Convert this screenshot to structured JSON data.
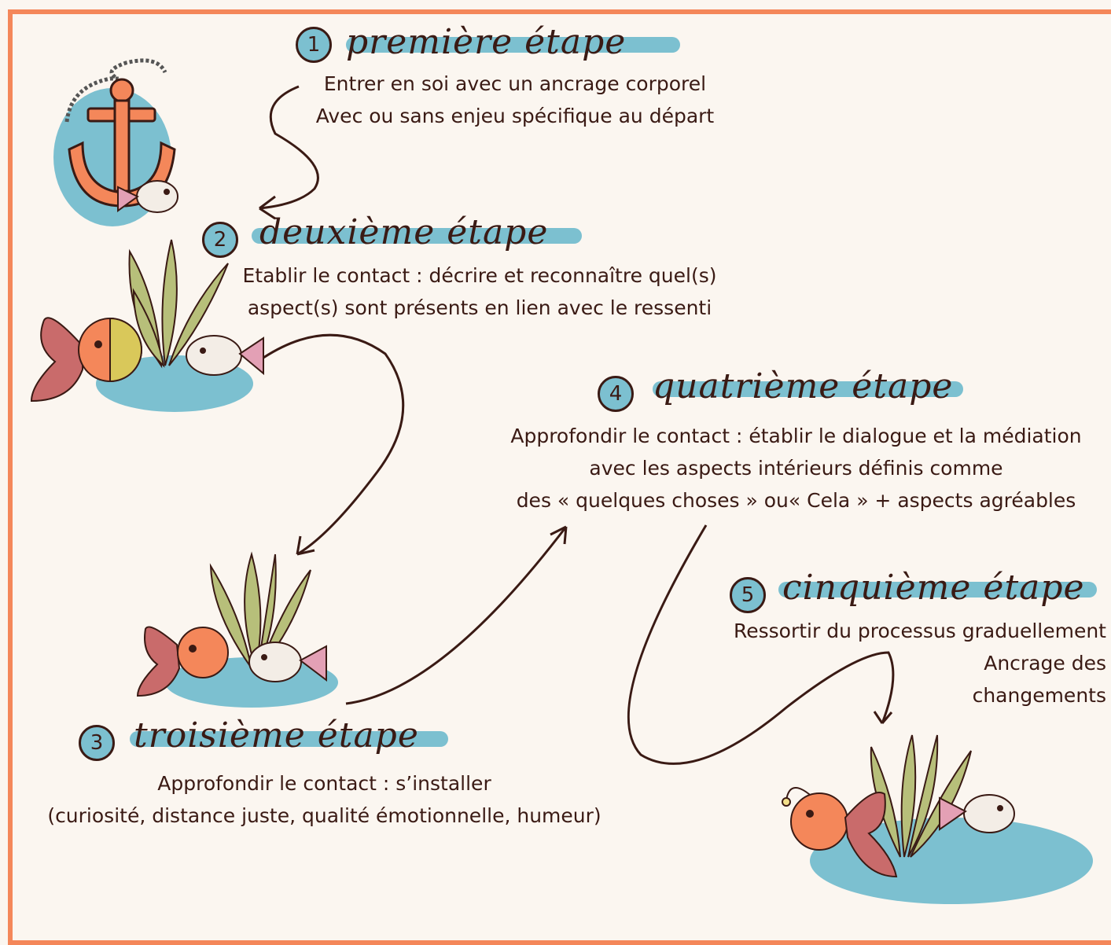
{
  "steps": [
    {
      "number": "1",
      "title": "première étape",
      "lines": [
        "Entrer en soi avec un ancrage corporel",
        "Avec ou sans enjeu spécifique au départ"
      ]
    },
    {
      "number": "2",
      "title": "deuxième étape",
      "lines": [
        "Etablir le contact : décrire et reconnaître quel(s)",
        "aspect(s) sont présents en lien avec le ressenti"
      ]
    },
    {
      "number": "3",
      "title": "troisième étape",
      "lines": [
        "Approfondir le contact : s’installer",
        "(curiosité, distance juste, qualité émotionnelle, humeur)"
      ]
    },
    {
      "number": "4",
      "title": "quatrième étape",
      "lines": [
        "Approfondir le contact : établir le dialogue et la médiation",
        "avec les aspects intérieurs définis comme",
        "des « quelques choses » ou« Cela » + aspects agréables"
      ]
    },
    {
      "number": "5",
      "title": "cinquième étape",
      "lines": [
        "Ressortir du processus graduellement",
        "Ancrage des",
        "changements"
      ]
    }
  ],
  "colors": {
    "border": "#f4875a",
    "highlight": "#7cc0d0",
    "ink": "#3a1a14",
    "background": "#fbf6f0"
  },
  "icons": [
    "anchor-icon",
    "fish-icon",
    "seaweed-icon",
    "anglerfish-icon"
  ]
}
